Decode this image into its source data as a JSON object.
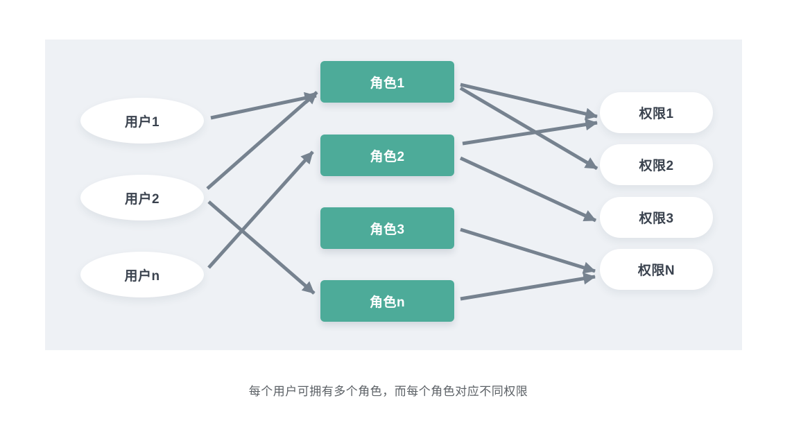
{
  "diagram": {
    "users": [
      {
        "id": "user1",
        "label": "用户1"
      },
      {
        "id": "user2",
        "label": "用户2"
      },
      {
        "id": "usern",
        "label": "用户n"
      }
    ],
    "roles": [
      {
        "id": "role1",
        "label": "角色1"
      },
      {
        "id": "role2",
        "label": "角色2"
      },
      {
        "id": "role3",
        "label": "角色3"
      },
      {
        "id": "rolen",
        "label": "角色n"
      }
    ],
    "permissions": [
      {
        "id": "perm1",
        "label": "权限1"
      },
      {
        "id": "perm2",
        "label": "权限2"
      },
      {
        "id": "perm3",
        "label": "权限3"
      },
      {
        "id": "permN",
        "label": "权限N"
      }
    ],
    "edges": {
      "user_to_role": [
        [
          "user1",
          "role1"
        ],
        [
          "user2",
          "role1"
        ],
        [
          "user2",
          "rolen"
        ],
        [
          "usern",
          "role2"
        ]
      ],
      "role_to_permission": [
        [
          "role1",
          "perm1"
        ],
        [
          "role1",
          "perm2"
        ],
        [
          "role2",
          "perm1"
        ],
        [
          "role2",
          "perm3"
        ],
        [
          "role3",
          "permN"
        ],
        [
          "rolen",
          "permN"
        ]
      ]
    },
    "colors": {
      "panel_bg": "#eef1f5",
      "role_fill": "#4dab99",
      "arrow": "#76828f",
      "node_text": "#3a424e",
      "role_text": "#ffffff",
      "caption_text": "#5c6166"
    }
  },
  "caption": "每个用户可拥有多个角色，而每个角色对应不同权限"
}
